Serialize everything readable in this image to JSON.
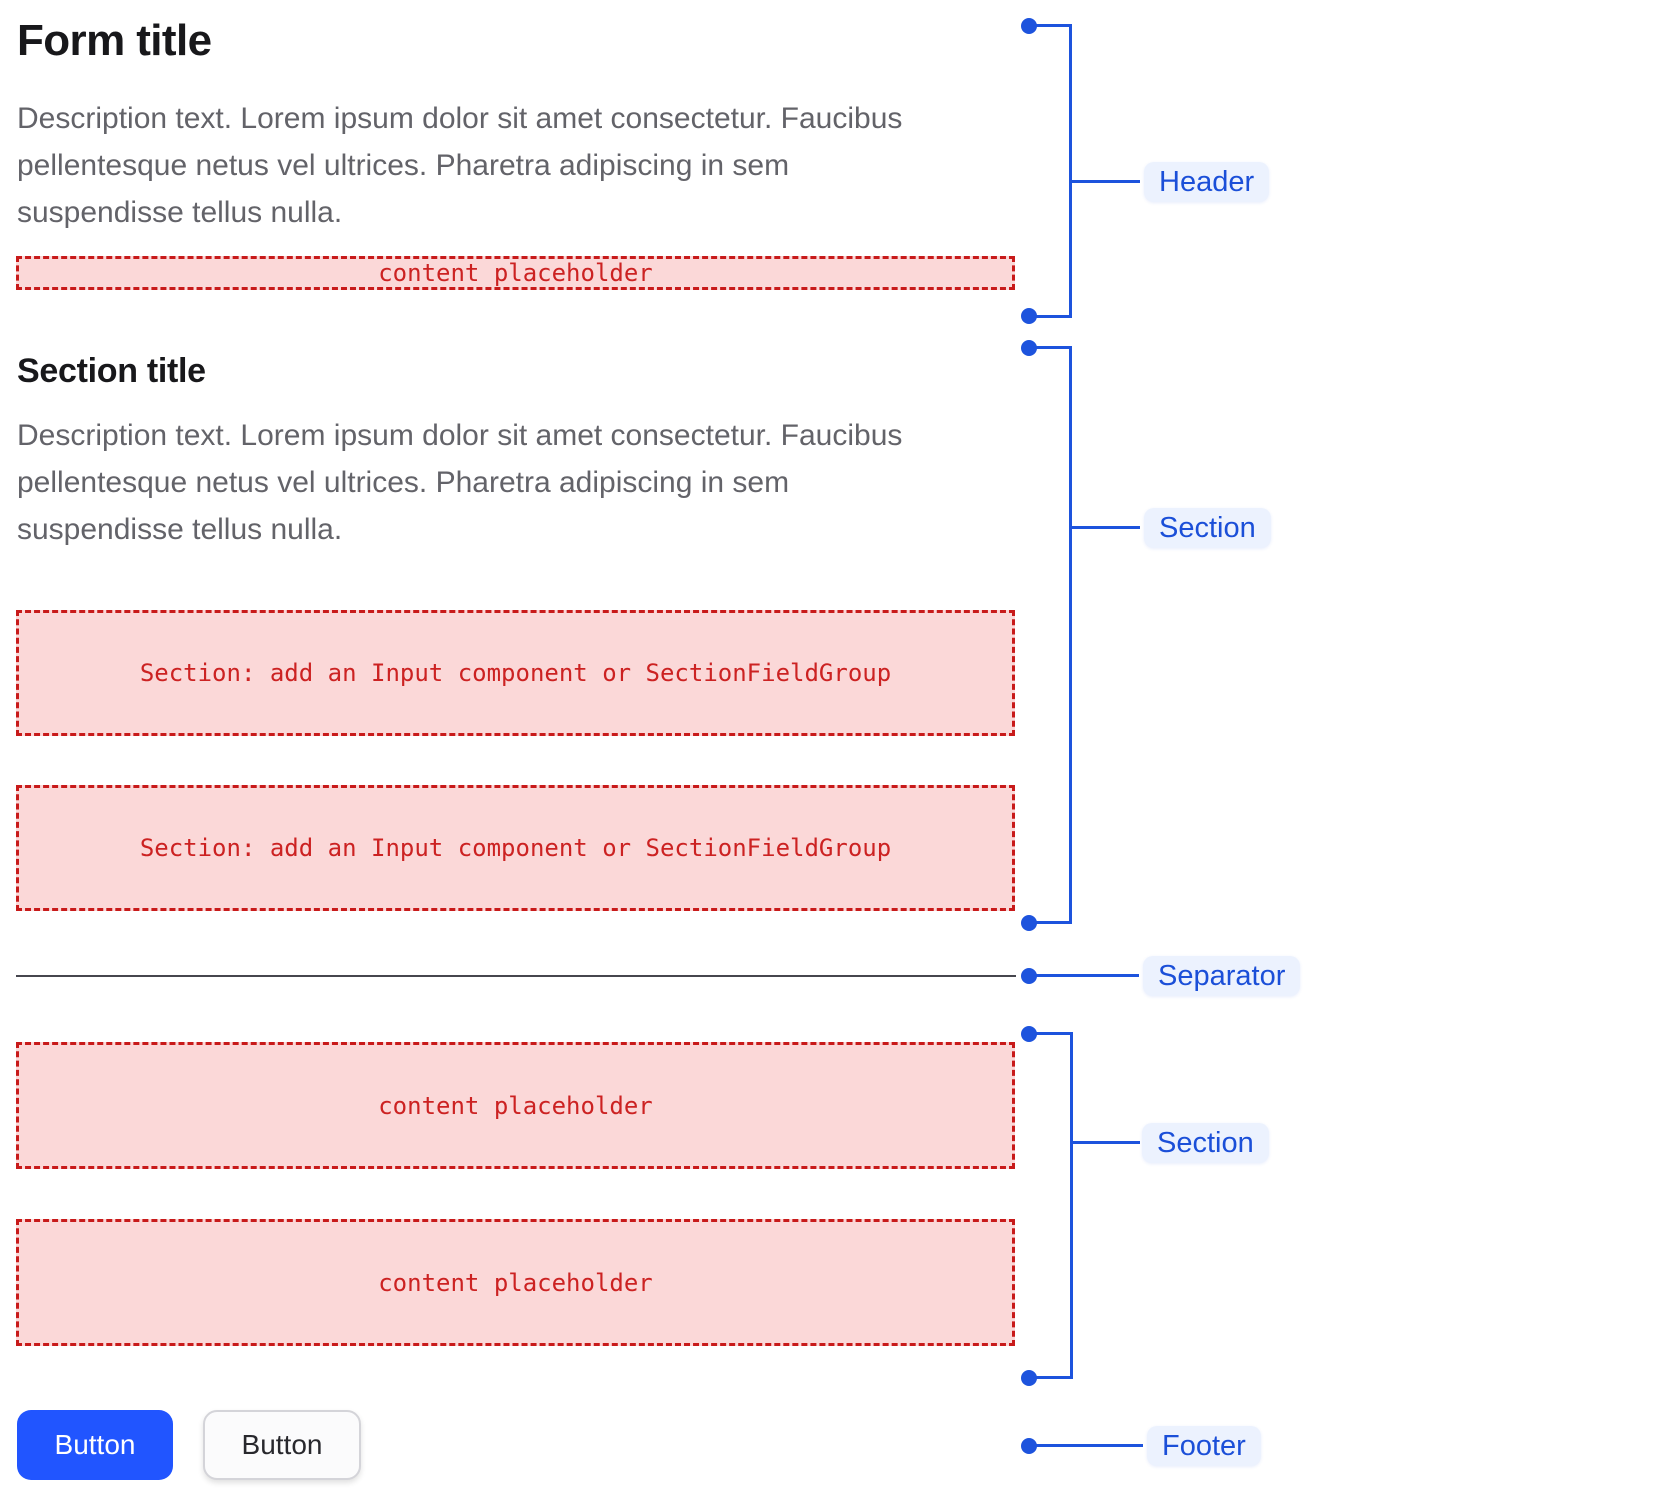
{
  "form": {
    "header": {
      "title": "Form title",
      "description": "Description text. Lorem ipsum dolor sit amet consectetur. Faucibus pellentesque netus vel ultrices. Pharetra adipiscing in sem suspendisse tellus nulla.",
      "content_placeholder": "content placeholder"
    },
    "section": {
      "title": "Section title",
      "description": "Description text. Lorem ipsum dolor sit amet consectetur. Faucibus pellentesque netus vel ultrices. Pharetra adipiscing in sem suspendisse tellus nulla.",
      "slots": [
        "Section: add an Input component or SectionFieldGroup",
        "Section: add an Input component or SectionFieldGroup"
      ]
    },
    "section2": {
      "slots": [
        "content placeholder",
        "content placeholder"
      ]
    },
    "footer": {
      "primary_button_label": "Button",
      "secondary_button_label": "Button"
    }
  },
  "annotations": {
    "header": "Header",
    "section": "Section",
    "separator": "Separator",
    "section2": "Section",
    "footer": "Footer"
  },
  "colors": {
    "annotation_blue": "#1d53dd",
    "annotation_label_text": "#1b4fd8",
    "annotation_label_bg": "#ecf2fe",
    "placeholder_bg": "#fbd8d8",
    "placeholder_border": "#c81a1a",
    "placeholder_text": "#cc2222",
    "primary_button_bg": "#2155ff",
    "primary_button_text": "#ffffff",
    "secondary_button_bg": "#fbfbfc",
    "title_text": "#18181b",
    "description_text": "#636369",
    "separator_line": "#46464e",
    "background": "#ffffff"
  }
}
